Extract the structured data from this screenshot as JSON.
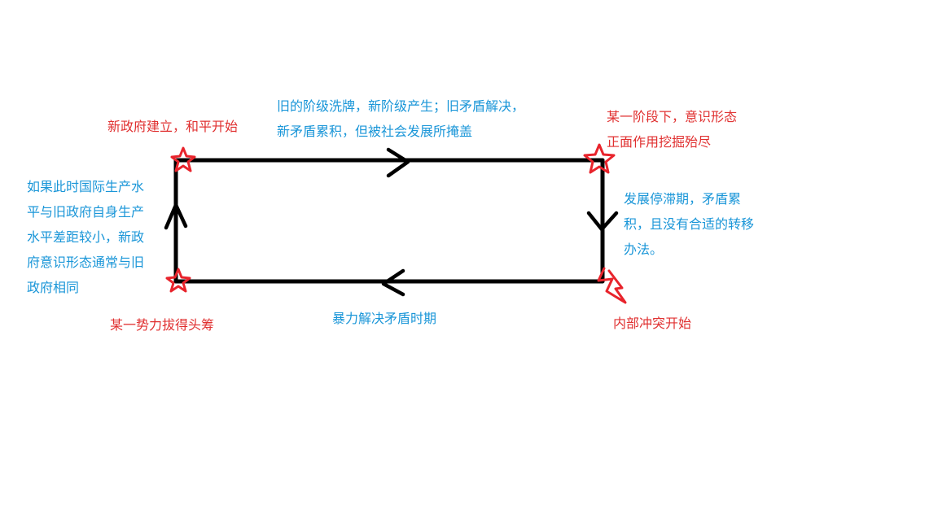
{
  "colors": {
    "red_label": "#e03030",
    "blue_label": "#1a96d8",
    "line": "#000000",
    "marker": "#e8242c"
  },
  "labels": {
    "top_left_stage": "新政府建立，和平开始",
    "top_edge_line1": "旧的阶级洗牌，新阶级产生；旧矛盾解决，",
    "top_edge_line2": "新矛盾累积，但被社会发展所掩盖",
    "top_right_stage_line1": "某一阶段下，意识形态",
    "top_right_stage_line2": "正面作用挖掘殆尽",
    "right_edge_line1": "发展停滞期，矛盾累",
    "right_edge_line2": "积，且没有合适的转移",
    "right_edge_line3": "办法。",
    "bottom_right_stage": "内部冲突开始",
    "bottom_edge": "暴力解决矛盾时期",
    "bottom_left_stage": "某一势力拔得头筹",
    "left_edge_line1": "如果此时国际生产水",
    "left_edge_line2": "平与旧政府自身生产",
    "left_edge_line3": "水平差距较小，新政",
    "left_edge_line4": "府意识形态通常与旧",
    "left_edge_line5": "政府相同"
  },
  "markers": {
    "top_left": "star-icon",
    "top_right": "star-icon",
    "bottom_left": "star-icon",
    "bottom_right": "lightning-icon"
  }
}
